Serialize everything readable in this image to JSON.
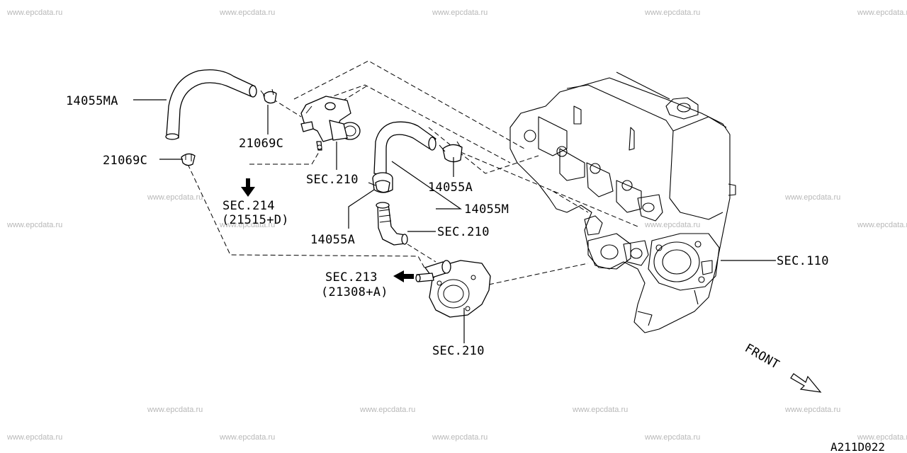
{
  "watermark": "www.epcdata.ru",
  "diagram_code": "A211D022",
  "labels": {
    "hose_ma": "14055MA",
    "clamp_left": "21069C",
    "clamp_top": "21069C",
    "sec210_top": "SEC.210",
    "sec214": "SEC.214",
    "sec214_ref": "(21515+D)",
    "clamp_a_mid": "14055A",
    "clamp_a_right": "14055A",
    "hose_m": "14055M",
    "sec210_mid": "SEC.210",
    "sec213": "SEC.213",
    "sec213_ref": "(21308+A)",
    "sec210_bottom": "SEC.210",
    "sec110": "SEC.110",
    "front": "FRONT"
  },
  "icons": {
    "sec214_arrow": "down-arrow-icon",
    "sec213_arrow": "left-arrow-icon",
    "front_arrow": "front-direction-arrow-icon"
  }
}
